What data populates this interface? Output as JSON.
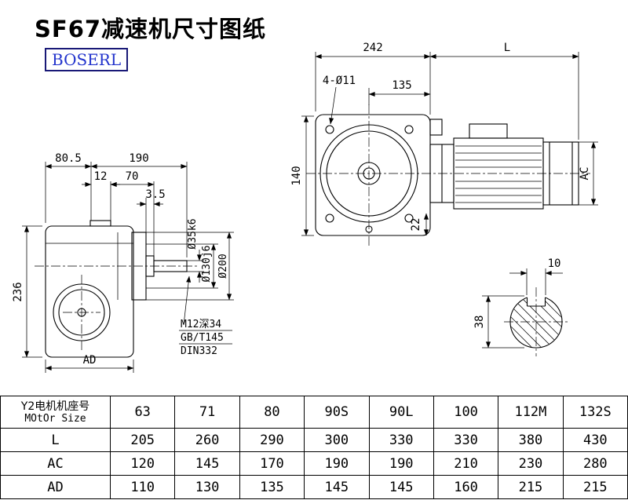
{
  "page": {
    "title": "SF67减速机尺寸图纸",
    "logo": "BOSERL"
  },
  "side_view": {
    "dim_top_left": "80.5",
    "dim_top_right": "190",
    "dim_12": "12",
    "dim_70": "70",
    "dim_3_5": "3.5",
    "dim_height": "236",
    "dim_ad": "AD",
    "dia_shaft": "Ø35k6",
    "dia_spigot": "Ø130j6",
    "dia_flange": "Ø200",
    "note_line1": "M12深34",
    "note_line2": "GB/T145",
    "note_line3": "DIN332"
  },
  "front_view": {
    "dim_width": "242",
    "dim_motor_length": "L",
    "holes": "4-Ø11",
    "dim_135": "135",
    "dim_140": "140",
    "dim_22": "22",
    "dim_ac": "AC"
  },
  "shaft_section": {
    "keyway_width": "10",
    "shaft_dia": "38"
  },
  "table": {
    "header": {
      "label_cn": "Y2电机机座号",
      "label_en": "MOtOr Size",
      "values": [
        "63",
        "71",
        "80",
        "90S",
        "90L",
        "100",
        "112M",
        "132S"
      ]
    },
    "rows": [
      {
        "label": "L",
        "values": [
          "205",
          "260",
          "290",
          "300",
          "330",
          "330",
          "380",
          "430"
        ]
      },
      {
        "label": "AC",
        "values": [
          "120",
          "145",
          "170",
          "190",
          "190",
          "210",
          "230",
          "280"
        ]
      },
      {
        "label": "AD",
        "values": [
          "110",
          "130",
          "135",
          "145",
          "145",
          "160",
          "215",
          "215"
        ]
      }
    ]
  }
}
